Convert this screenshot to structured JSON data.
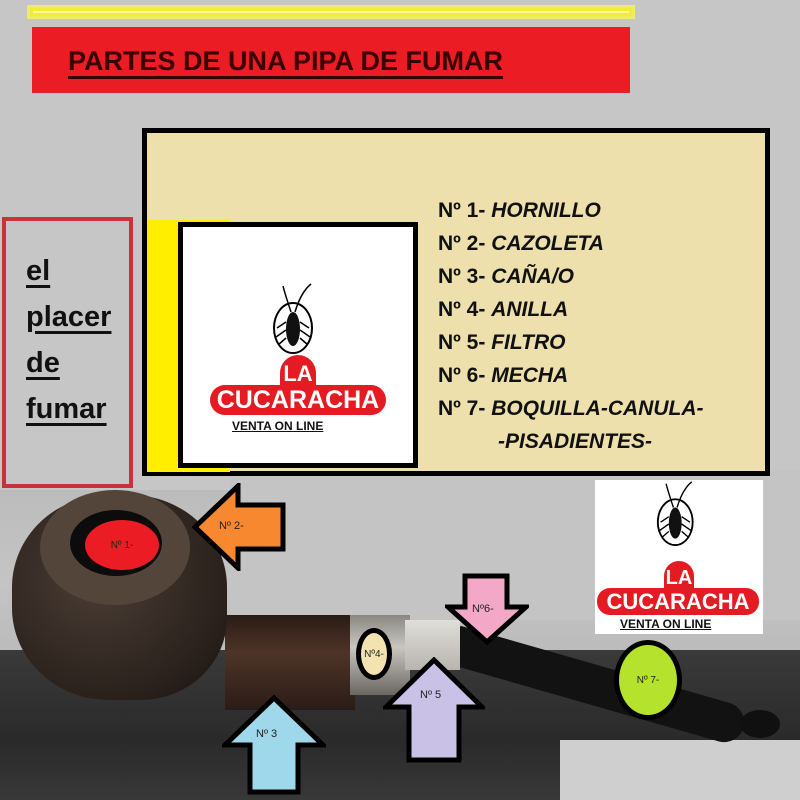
{
  "header": {
    "title": "PARTES DE UNA PIPA DE FUMAR"
  },
  "side_panel": {
    "lines": [
      "el",
      "placer",
      "de",
      "fumar"
    ]
  },
  "parts_list": {
    "items": [
      {
        "number": "Nº 1-",
        "name": "HORNILLO"
      },
      {
        "number": "Nº 2-",
        "name": "CAZOLETA"
      },
      {
        "number": "Nº 3-",
        "name": "CAÑA/O"
      },
      {
        "number": "Nº 4-",
        "name": "ANILLA"
      },
      {
        "number": "Nº 5-",
        "name": "FILTRO"
      },
      {
        "number": "Nº 6-",
        "name": "MECHA"
      },
      {
        "number": "Nº 7-",
        "name": "BOQUILLA-CANULA-"
      }
    ],
    "continuation": "-PISADIENTES-"
  },
  "logo": {
    "brand_top": "LA",
    "brand_main": "CUCARACHA",
    "tagline": "VENTA ON LINE",
    "icon": "cockroach-icon"
  },
  "markers": {
    "m1": "Nº 1-",
    "m2": "Nº 2-",
    "m3": "Nº 3",
    "m4": "Nº4-",
    "m5": "Nº 5",
    "m6": "Nº6-",
    "m7": "Nº 7-"
  },
  "colors": {
    "title_bg": "#ec1c24",
    "info_bg": "#ede0ad",
    "arrow_orange": "#f7882f",
    "arrow_blue": "#9fd8ea",
    "arrow_lavender": "#c9c2e6",
    "arrow_pink": "#f4a8c8",
    "marker_green": "#b5e22c",
    "marker_cream": "#f3e3b1"
  }
}
